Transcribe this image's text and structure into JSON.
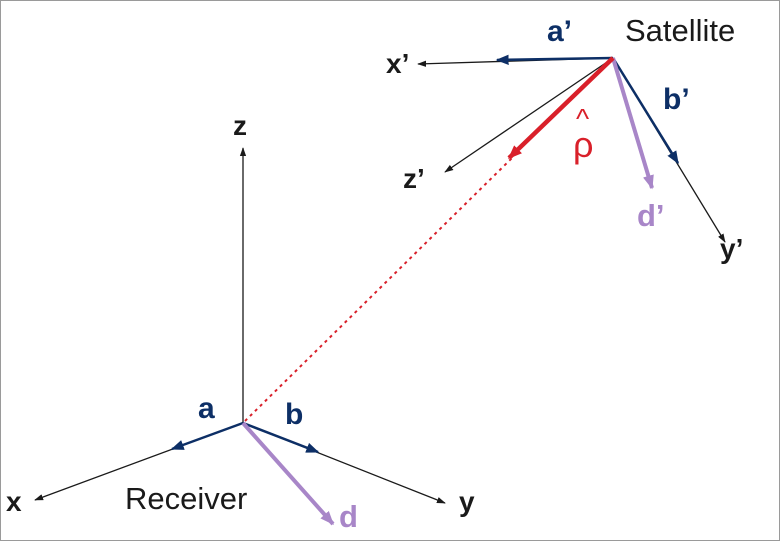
{
  "colors": {
    "black": "#1a1a1a",
    "navy": "#0d2f66",
    "lavender": "#a886c8",
    "red": "#d9202a"
  },
  "labels": {
    "satellite": "Satellite",
    "receiver": "Receiver",
    "x_prime": "x’",
    "y_prime": "y’",
    "z_prime": "z’",
    "a_prime": "a’",
    "b_prime": "b’",
    "d_prime": "d’",
    "x": "x",
    "y": "y",
    "z": "z",
    "a": "a",
    "b": "b",
    "d": "d",
    "rho_hat": "ρ",
    "hat_mark": "^"
  }
}
